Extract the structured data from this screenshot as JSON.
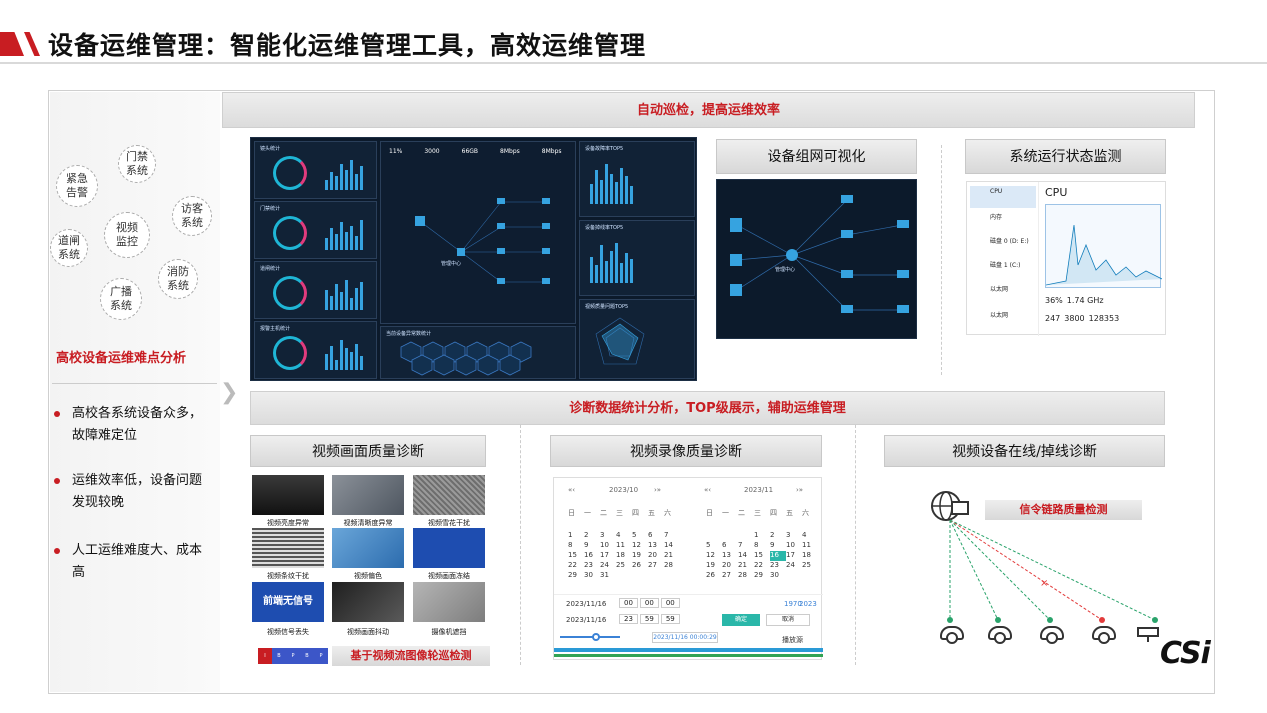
{
  "title": "设备运维管理：智能化运维管理工具，高效运维管理",
  "left": {
    "bubbles": [
      "门禁\n系统",
      "紧急\n告警",
      "视频\n监控",
      "访客\n系统",
      "道闸\n系统",
      "消防\n系统",
      "广播\n系统"
    ],
    "heading": "高校设备运维难点分析",
    "bullets": [
      "高校各系统设备众多，故障难定位",
      "运维效率低，设备问题发现较晚",
      "人工运维难度大、成本高"
    ]
  },
  "bands": {
    "top": "自动巡检，提高运维效率",
    "middle": "诊断数据统计分析，TOP级展示，辅助运维管理"
  },
  "sections": {
    "network": "设备组网可视化",
    "status": "系统运行状态监测",
    "video_quality": "视频画面质量诊断",
    "record_quality": "视频录像质量诊断",
    "online": "视频设备在线/掉线诊断"
  },
  "dashboard": {
    "panels": [
      "镜头统计",
      "门禁统计",
      "道闸统计",
      "报警主机统计"
    ],
    "kpis": [
      "11%",
      "3000",
      "66GB",
      "8Mbps",
      "8Mbps"
    ],
    "center": "管理中心",
    "hex_panel": "当前设备异常数统计",
    "right_titles": [
      "设备故障率TOP5",
      "设备掉线率TOP5",
      "视频质量问题TOP5"
    ]
  },
  "taskmgr": {
    "cpu": "CPU",
    "cpu_usage": "36%",
    "cpu_speed": "1.74 GHz",
    "procs": "247",
    "threads": "3800",
    "handles": "128353",
    "items": [
      "CPU",
      "内存",
      "磁盘 0 (D: E:)",
      "磁盘 1 (C:)",
      "以太网",
      "以太网"
    ]
  },
  "thumbs": [
    "视频亮度异常",
    "视频清晰度异常",
    "视频雪花干扰",
    "视频条纹干扰",
    "视频偏色",
    "视频画面冻结",
    "视频信号丢失",
    "视频画面抖动",
    "摄像机遮挡"
  ],
  "no_signal": "前端无信号",
  "poll_label": "基于视频流图像轮巡检测",
  "strip": [
    "I",
    "B",
    "P",
    "B",
    "P"
  ],
  "calendar": {
    "left_month": "2023/10",
    "right_month": "2023/11",
    "weekdays": [
      "日",
      "一",
      "二",
      "三",
      "四",
      "五",
      "六"
    ],
    "start_date": "2023/11/16",
    "end_date": "2023/11/16",
    "start_time": [
      "00",
      "00",
      "00"
    ],
    "end_time": [
      "23",
      "59",
      "59"
    ],
    "confirm": "确定",
    "cancel": "取消",
    "year_label": "1970",
    "year_label2": "2023",
    "time_display": "2023/11/16 00:00:29",
    "play_label": "播放源"
  },
  "online": {
    "link_label": "信令链路质量检测"
  },
  "logo": "CSi"
}
